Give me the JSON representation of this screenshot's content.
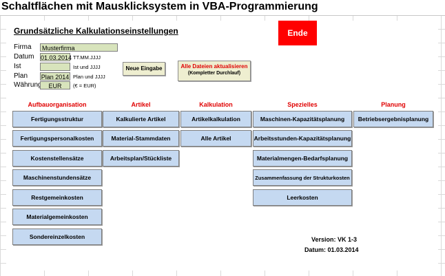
{
  "heading": "Schaltflächen mit Mausklicksystem in VBA-Programmierung",
  "kalk_title": "Grundsätzliche Kalkulationseinstellungen",
  "fields": {
    "firma": {
      "label": "Firma",
      "value": "Musterfirma"
    },
    "datum": {
      "label": "Datum",
      "value": "01.03.2014",
      "hint": "TT.MM.JJJJ"
    },
    "ist": {
      "label": "Ist",
      "value": "",
      "hint": "Ist und JJJJ"
    },
    "plan": {
      "label": "Plan",
      "value": "Plan 2014",
      "hint": "Plan und JJJJ"
    },
    "waehrung": {
      "label": "Währung",
      "value": "EUR",
      "hint": "(€ = EUR)"
    }
  },
  "buttons": {
    "neue_eingabe": "Neue Eingabe",
    "aktualisieren_line1": "Alle Dateien aktualisieren",
    "aktualisieren_line2": "(Kompletter Durchlauf)",
    "ende": "Ende"
  },
  "categories": {
    "aufbau": {
      "title": "Aufbauorganisation",
      "items": [
        "Fertigungsstruktur",
        "Fertigungspersonalkosten",
        "Kostenstellensätze",
        "Maschinenstundensätze",
        "Restgemeinkosten",
        "Materialgemeinkosten",
        "Sondereinzelkosten"
      ]
    },
    "artikel": {
      "title": "Artikel",
      "items": [
        "Kalkulierte Artikel",
        "Material-Stammdaten",
        "Arbeitsplan/Stückliste"
      ]
    },
    "kalkulation": {
      "title": "Kalkulation",
      "items": [
        "Artikelkalkulation",
        "Alle Artikel"
      ]
    },
    "spezielles": {
      "title": "Spezielles",
      "items": [
        "Maschinen-Kapazitätsplanung",
        "Arbeitsstunden-Kapazitätsplanung",
        "Materialmengen-Bedarfsplanung",
        "Zusammenfassung der Strukturkosten",
        "Leerkosten"
      ]
    },
    "planung": {
      "title": "Planung",
      "items": [
        "Betriebsergebnisplanung"
      ]
    }
  },
  "version": "Version: VK 1-3",
  "version_date": "Datum: 01.03.2014",
  "colors": {
    "accent_red": "#ff0000",
    "category_red": "#e00000",
    "nav_button": "#c5d9f1",
    "input_green": "#d8e4bc"
  }
}
